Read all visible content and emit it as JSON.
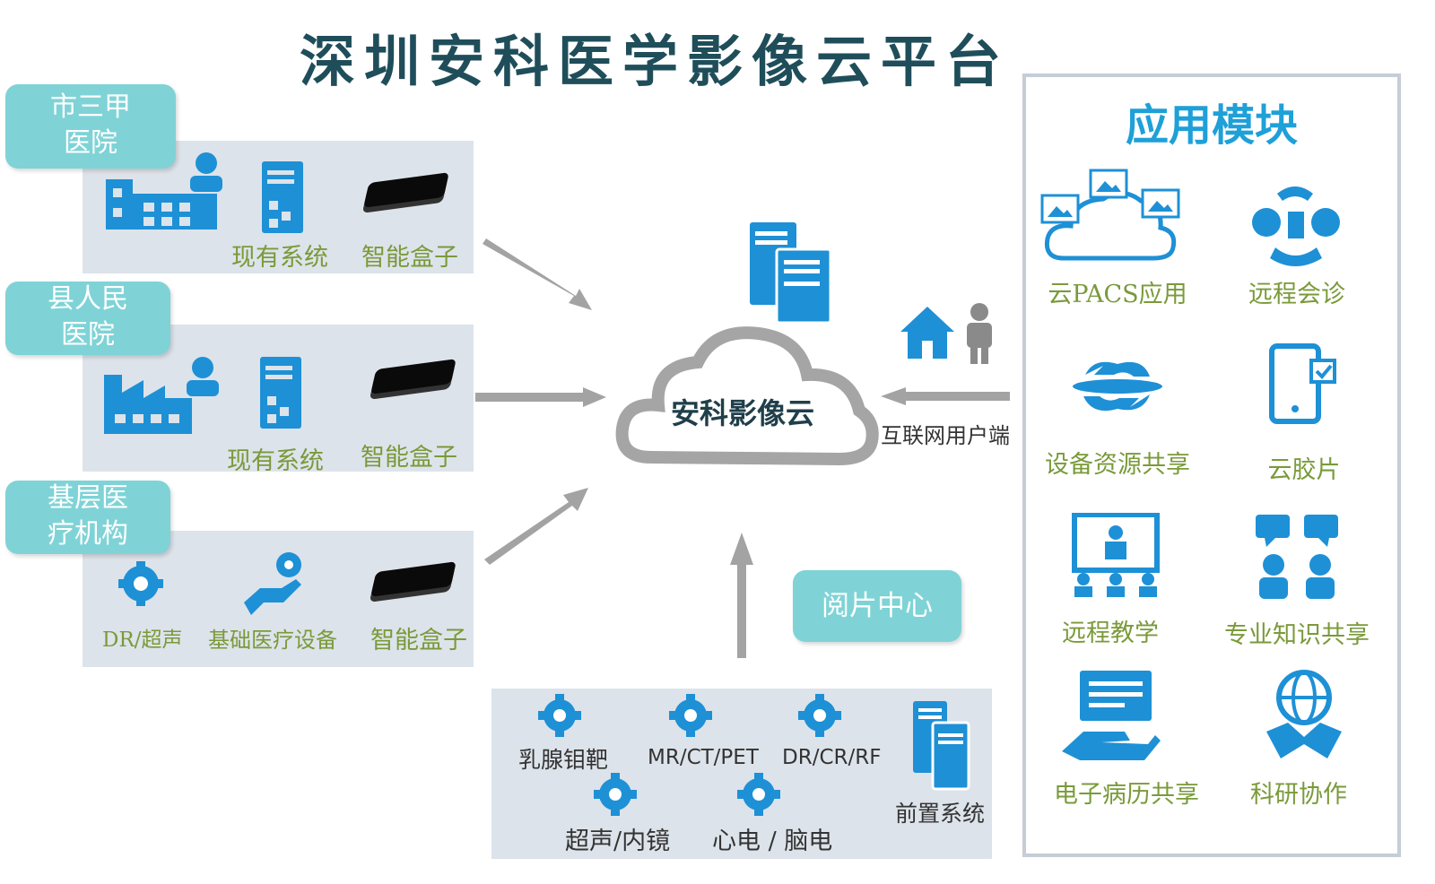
{
  "title": "深圳安科医学影像云平台",
  "hospitals": [
    {
      "name_l1": "市三甲",
      "name_l2": "医院",
      "sys": "现有系统",
      "box": "智能盒子"
    },
    {
      "name_l1": "县人民",
      "name_l2": "医院",
      "sys": "现有系统",
      "box": "智能盒子"
    },
    {
      "name_l1": "基层医",
      "name_l2": "疗机构",
      "dr": "DR/超声",
      "equip": "基础医疗设备",
      "box": "智能盒子"
    }
  ],
  "cloud": {
    "label": "安科影像云"
  },
  "internet_user": "互联网用户端",
  "reading_center": "阅片中心",
  "devices": {
    "mammo": "乳腺钼靶",
    "mrctpet": "MR/CT/PET",
    "drcrrf": "DR/CR/RF",
    "ultra": "超声/内镜",
    "ecg": "心电 / 脑电",
    "front": "前置系统"
  },
  "app_panel": {
    "title": "应用模块",
    "items": [
      {
        "label": "云PACS应用",
        "icon": "cloud-images-icon"
      },
      {
        "label": "远程会诊",
        "icon": "consult-icon"
      },
      {
        "label": "设备资源共享",
        "icon": "resource-sharing-icon"
      },
      {
        "label": "云胶片",
        "icon": "cloud-film-icon"
      },
      {
        "label": "远程教学",
        "icon": "remote-teaching-icon"
      },
      {
        "label": "专业知识共享",
        "icon": "knowledge-sharing-icon"
      },
      {
        "label": "电子病历共享",
        "icon": "emr-sharing-icon"
      },
      {
        "label": "科研协作",
        "icon": "research-icon"
      }
    ]
  },
  "colors": {
    "tag": "#7fd3d6",
    "icon_blue": "#1e90d6",
    "label_green": "#7a9a3a",
    "panel": "#dde3ea",
    "title": "#1f4e5a",
    "app_title": "#1ea0d8"
  }
}
